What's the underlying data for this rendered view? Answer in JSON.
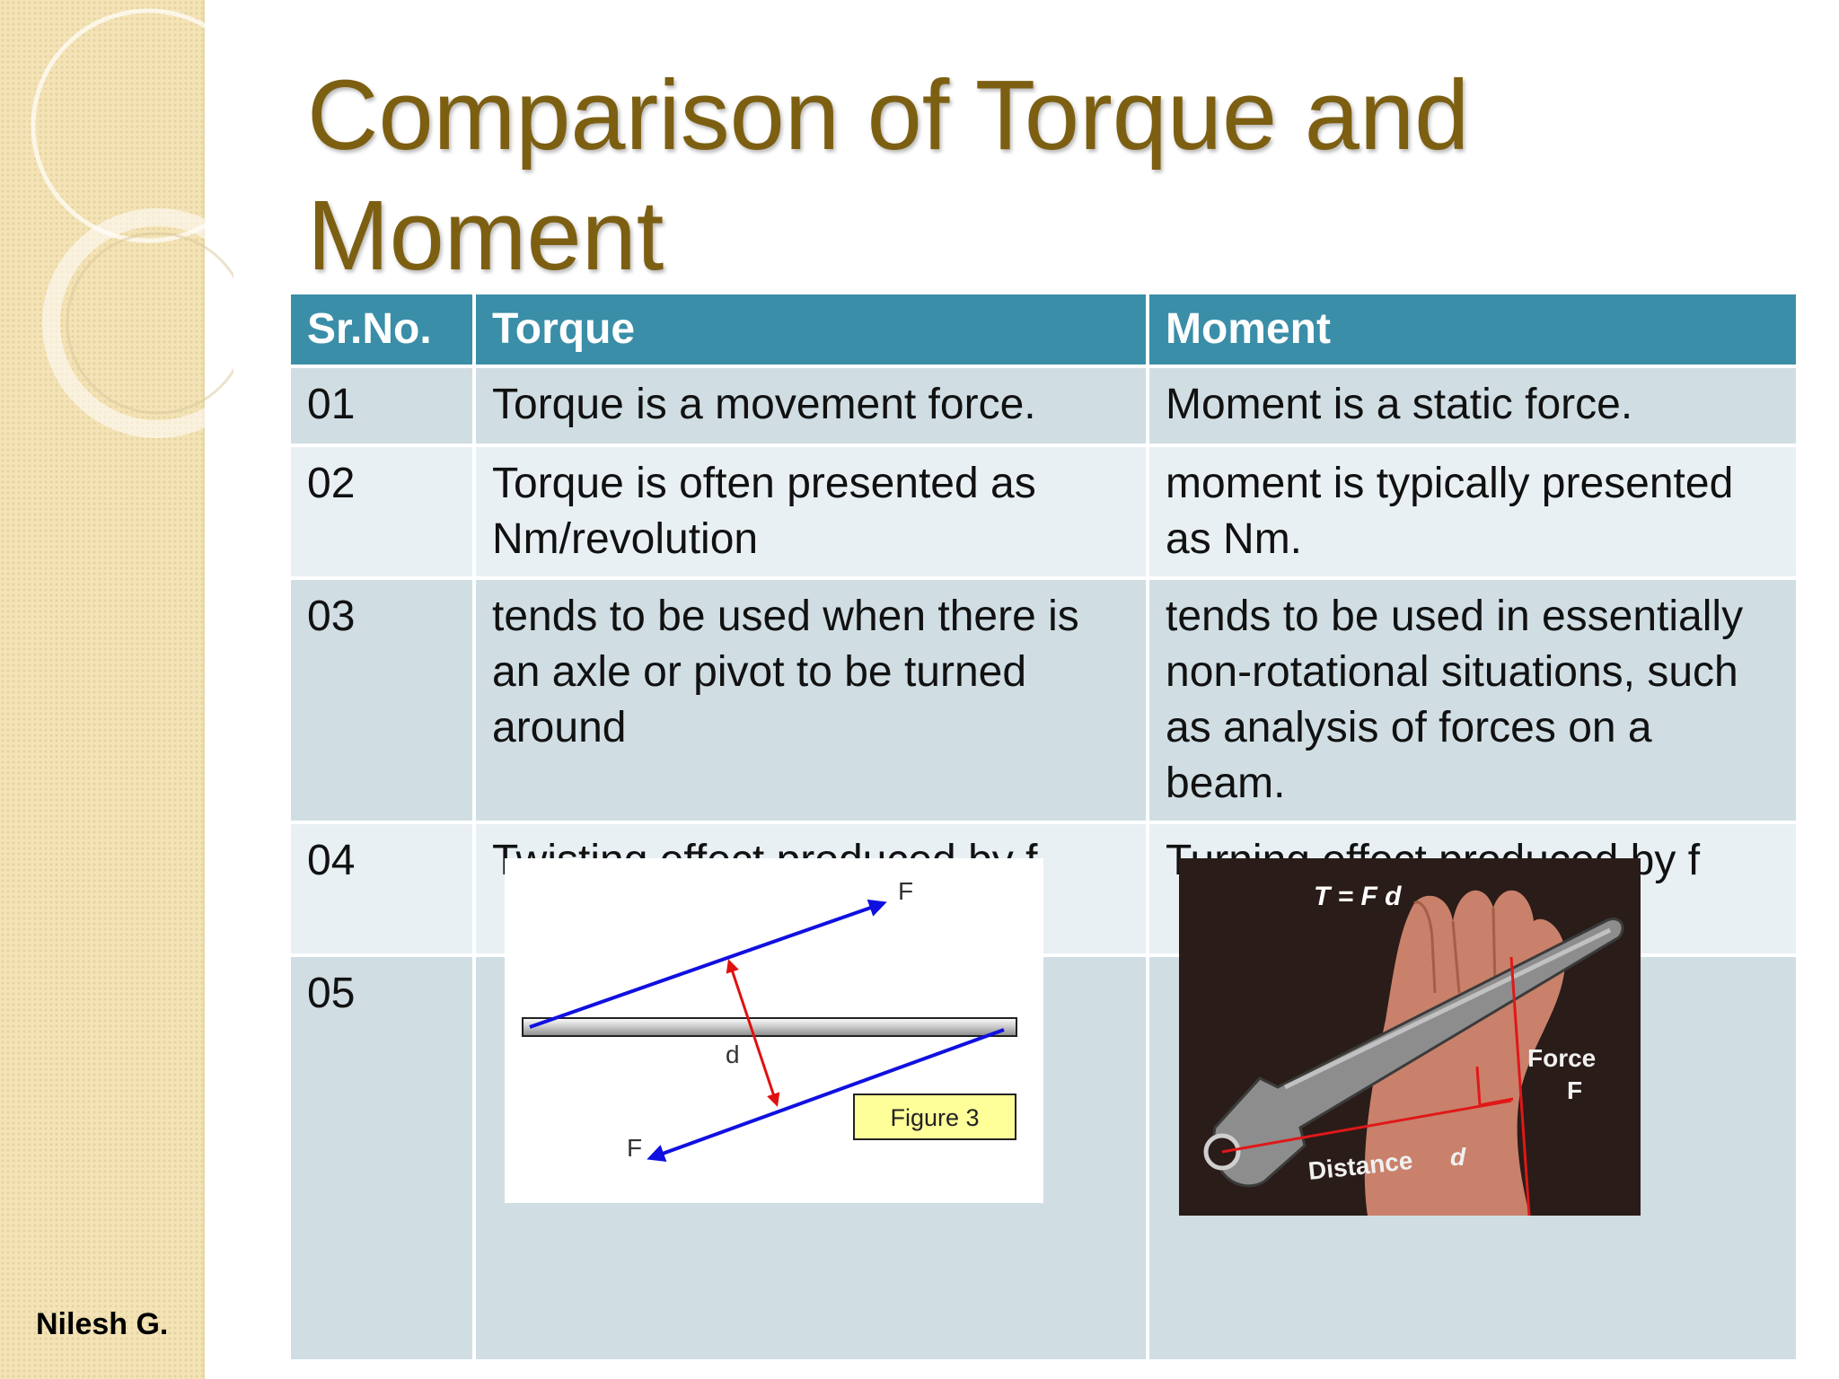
{
  "slide": {
    "title": "Comparison of Torque and Moment",
    "footer": "Nilesh G."
  },
  "table": {
    "headers": [
      "Sr.No.",
      "Torque",
      "Moment"
    ],
    "rows": [
      {
        "no": "01",
        "torque": "Torque is a movement force.",
        "moment": "Moment is a static force."
      },
      {
        "no": "02",
        "torque": "Torque is often presented as Nm/revolution",
        "moment": "moment is typically presented as Nm."
      },
      {
        "no": "03",
        "torque": "tends to be used when there is an axle or pivot to be turned around",
        "moment": "tends to be used in essentially non-rotational situations, such as analysis of forces on a beam."
      },
      {
        "no": "04",
        "torque": "Twisting effect produced by f",
        "moment": "Turning effect produced by f"
      },
      {
        "no": "05",
        "torque": "",
        "moment": ""
      }
    ]
  },
  "figure_couple": {
    "force_top": "F",
    "force_bottom": "F",
    "distance": "d",
    "caption": "Figure 3"
  },
  "figure_wrench": {
    "formula": "T = F d",
    "force_label": "Force",
    "force_symbol": "F",
    "distance_label": "Distance",
    "distance_symbol": "d"
  },
  "colors": {
    "title": "#7d5f12",
    "header_bg": "#3a8ea8",
    "row_dark": "#d0dee4",
    "row_light": "#e9f0f3",
    "arrow_force": "#1010e0",
    "arrow_distance": "#e01010",
    "caption_bg": "#ffff99"
  }
}
